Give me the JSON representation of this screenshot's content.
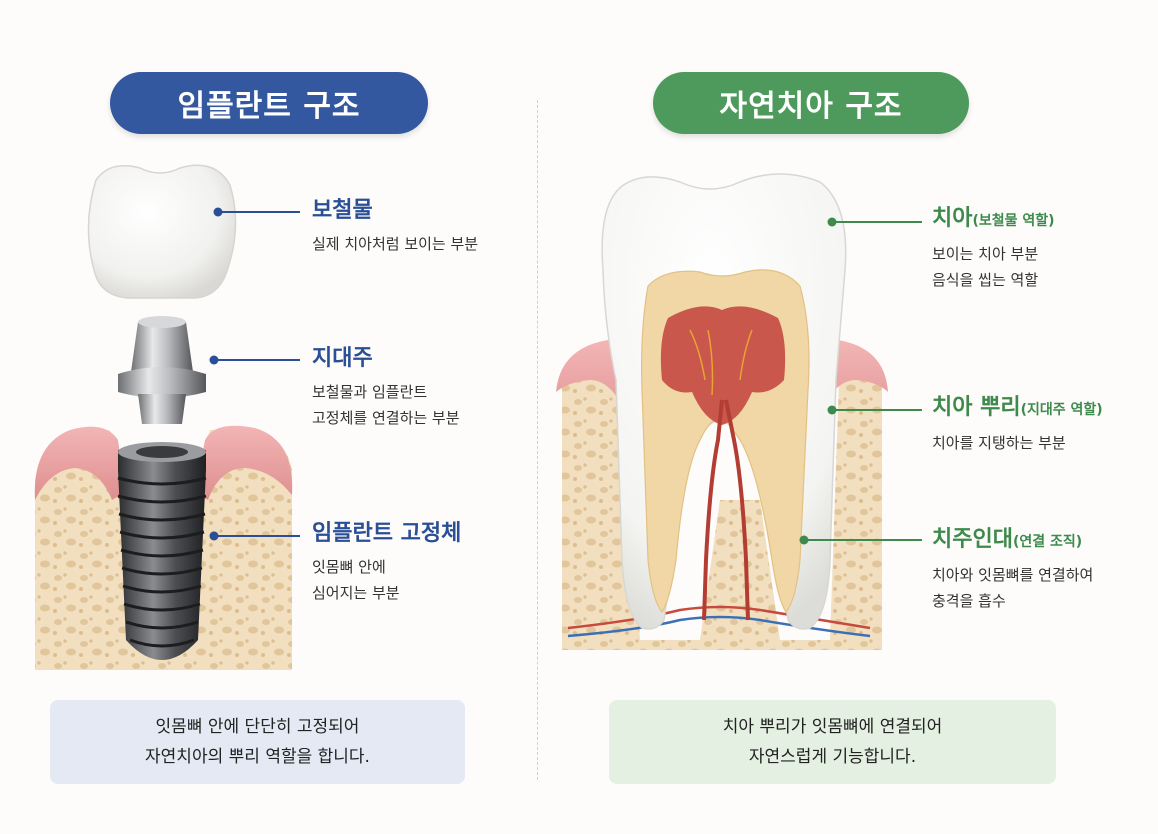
{
  "left": {
    "heading": "임플란트 구조",
    "labels": [
      {
        "title": "보철물",
        "desc": [
          "실제 치아처럼 보이는 부분"
        ]
      },
      {
        "title": "지대주",
        "desc": [
          "보철물과 임플란트",
          "고정체를 연결하는 부분"
        ]
      },
      {
        "title": "임플란트 고정체",
        "desc": [
          "잇몸뼈 안에",
          "심어지는 부분"
        ]
      }
    ],
    "note": [
      "잇몸뼈 안에 단단히 고정되어",
      "자연치아의 뿌리 역할을 합니다."
    ]
  },
  "right": {
    "heading": "자연치아 구조",
    "labels": [
      {
        "title": "치아",
        "sub": "(보철물 역할)",
        "desc": [
          "보이는 치아 부분",
          "음식을 씹는 역할"
        ]
      },
      {
        "title": "치아 뿌리",
        "sub": "(지대주 역할)",
        "desc": [
          "치아를 지탱하는 부분"
        ]
      },
      {
        "title": "치주인대",
        "sub": "(연결 조직)",
        "desc": [
          "치아와 잇몸뼈를 연결하여",
          "충격을 흡수"
        ]
      }
    ],
    "note": [
      "치아 뿌리가 잇몸뼈에 연결되어",
      "자연스럽게 기능합니다."
    ]
  },
  "colors": {
    "blue": "#33589f",
    "green": "#4e9a5d",
    "gum": "#e8a0a0",
    "bone": "#f2dfbf",
    "dentin": "#f1d7a6",
    "pulp": "#c9574c"
  }
}
